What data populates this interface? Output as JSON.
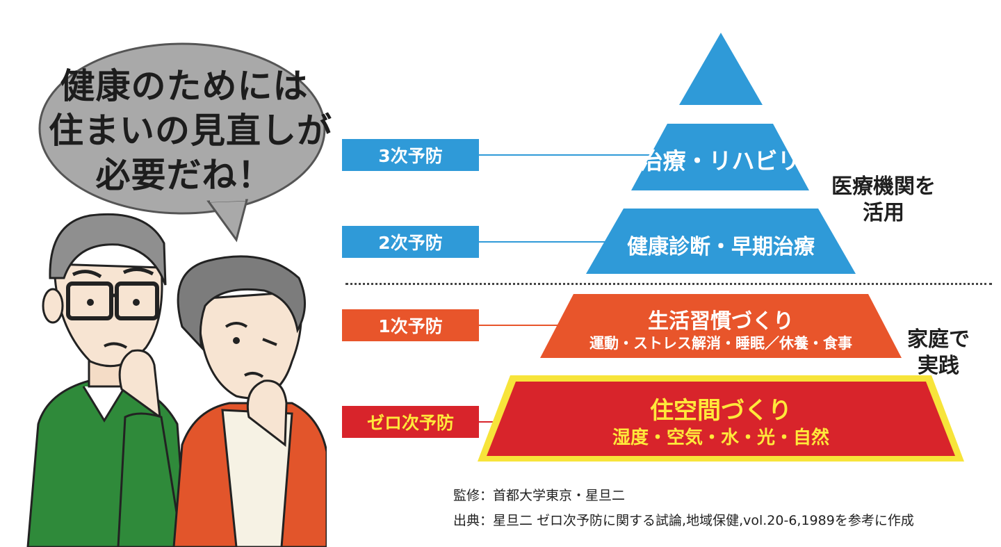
{
  "speech_bubble": {
    "lines": [
      "健康のためには",
      "住まいの見直しが",
      "必要だね！"
    ]
  },
  "levels": [
    {
      "label": "3次予防",
      "color": "#2f9ad8",
      "tier_title": "治療・リハビリ",
      "tier_subtitle": ""
    },
    {
      "label": "2次予防",
      "color": "#2f9ad8",
      "tier_title": "健康診断・早期治療",
      "tier_subtitle": ""
    },
    {
      "label": "1次予防",
      "color": "#e8552b",
      "tier_title": "生活習慣づくり",
      "tier_subtitle": "運動・ストレス解消・睡眠／休養・食事"
    },
    {
      "label": "ゼロ次予防",
      "color": "#d8242b",
      "tier_title": "住空間づくり",
      "tier_subtitle": "湿度・空気・水・光・自然"
    }
  ],
  "side_notes": {
    "medical": [
      "医療機関を",
      "活用"
    ],
    "home": [
      "家庭で",
      "実践"
    ]
  },
  "credits": {
    "supervision": "監修：首都大学東京・星旦二",
    "source": "出典：星旦二 ゼロ次予防に関する試論,地域保健,vol.20-6,1989を参考に作成"
  },
  "colors": {
    "blue": "#2f9ad8",
    "orange": "#e8552b",
    "red": "#d8242b",
    "yellow_border": "#f7e43a",
    "zero_text": "#ffe93b"
  }
}
